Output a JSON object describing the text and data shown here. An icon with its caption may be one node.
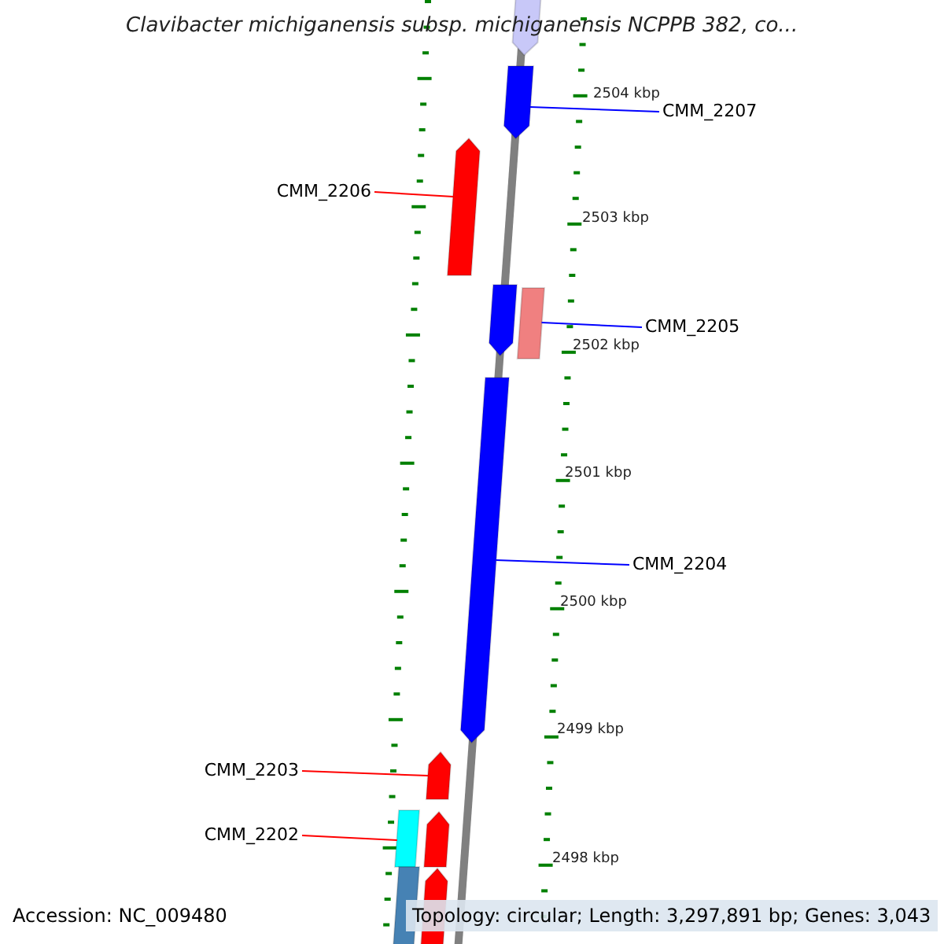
{
  "diagram": {
    "title": "Clavibacter michiganensis subsp. michiganensis NCPPB 382, co...",
    "nodes": [
      {
        "text": [],
        "shape": "bar"
      },
      {
        "text": [],
        "shape": "bar"
      },
      {
        "text": [
          "CMM_2207"
        ]
      },
      {
        "text": [],
        "shape": "bar"
      },
      {
        "text": [
          "CMM_2206"
        ]
      },
      {
        "text": [],
        "shape": "bar"
      },
      {
        "text": [],
        "shape": "box"
      },
      {
        "text": [
          "CMM_2205"
        ]
      },
      {
        "text": [],
        "shape": "bar"
      },
      {
        "text": [
          "CMM_2204"
        ]
      },
      {
        "text": [],
        "shape": "bar"
      },
      {
        "text": [
          "CMM_2203"
        ]
      },
      {
        "text": [],
        "shape": "box"
      },
      {
        "text": [],
        "shape": "bar"
      },
      {
        "text": [
          "CMM_2202"
        ]
      },
      {
        "text": [],
        "shape": "box"
      },
      {
        "text": [],
        "shape": "bar"
      }
    ],
    "edges": [
      {
        "from": 2,
        "to": 1,
        "arrow": "none",
        "color": "#0000ff"
      },
      {
        "from": 4,
        "to": 3,
        "arrow": "none",
        "color": "#ff0000"
      },
      {
        "from": 7,
        "to": 6,
        "arrow": "none",
        "color": "#0000ff"
      },
      {
        "from": 9,
        "to": 8,
        "arrow": "none",
        "color": "#0000ff"
      },
      {
        "from": 11,
        "to": 10,
        "arrow": "none",
        "color": "#ff0000"
      },
      {
        "from": 14,
        "to": 12,
        "arrow": "none",
        "color": "#ff0000"
      }
    ],
    "labels": [
      "2504 kbp",
      "2503 kbp",
      "2502 kbp",
      "2501 kbp",
      "2500 kbp",
      "2499 kbp",
      "2498 kbp",
      "Accession: NC_009480",
      "Topology: circular; Length: 3,297,891 bp; Genes: 3,043"
    ]
  }
}
